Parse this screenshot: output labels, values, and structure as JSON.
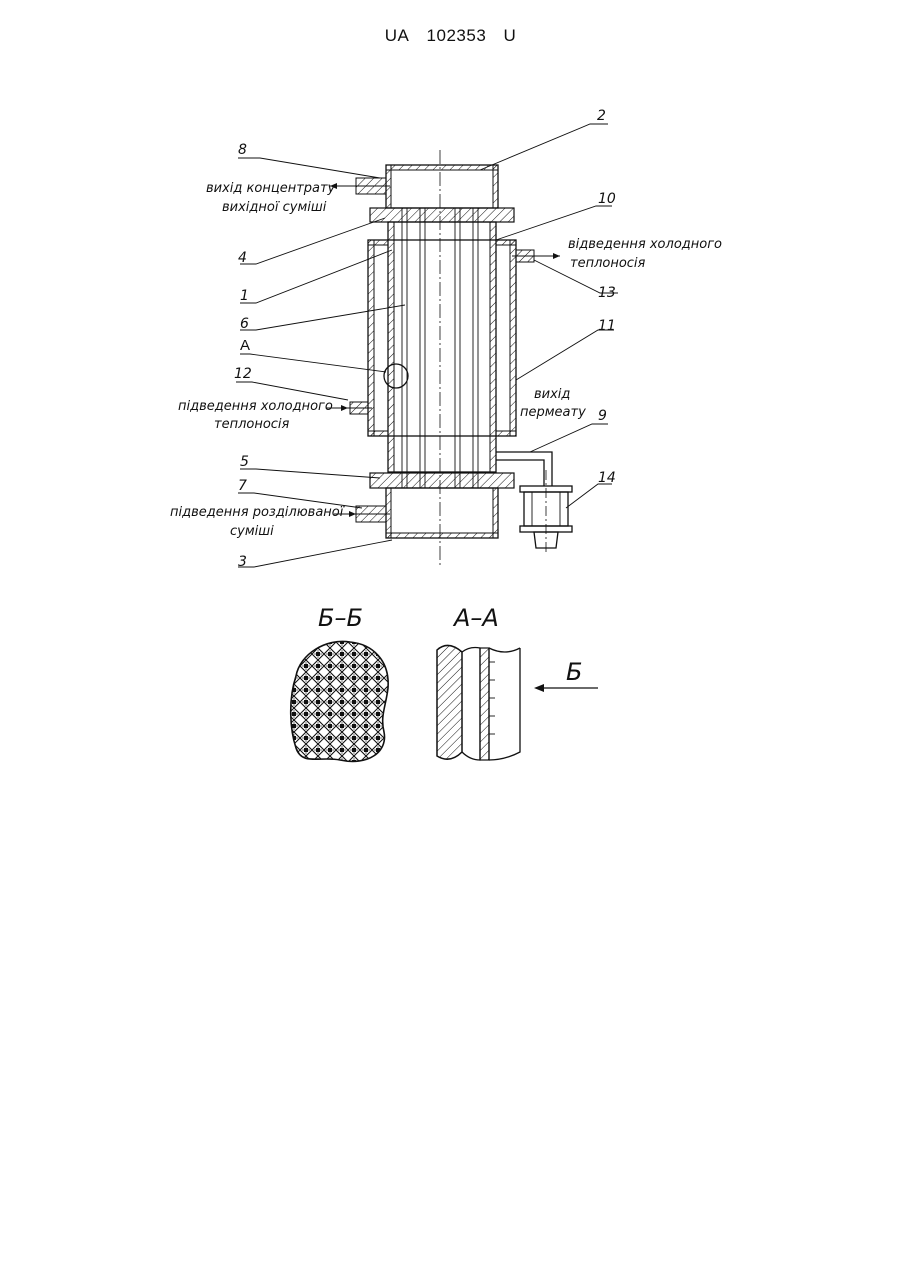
{
  "header": {
    "country": "UA",
    "number": "102353",
    "kind": "U"
  },
  "labels": {
    "out_concentrate_1": "вихід концентрату",
    "out_concentrate_2": "вихідної суміші",
    "out_coolant_1": "відведення холодного",
    "out_coolant_2": "теплоносія",
    "in_coolant_1": "підведення холодного",
    "in_coolant_2": "теплоносія",
    "out_permeate_1": "вихід",
    "out_permeate_2": "пермеату",
    "in_mixture_1": "підведення розділюваної",
    "in_mixture_2": "суміші",
    "detail_a": "А"
  },
  "numbers": [
    "1",
    "2",
    "3",
    "4",
    "5",
    "6",
    "7",
    "8",
    "9",
    "10",
    "11",
    "12",
    "13",
    "14"
  ],
  "sections": {
    "bb": "Б–Б",
    "aa": "А–А",
    "arrow_b": "Б"
  }
}
